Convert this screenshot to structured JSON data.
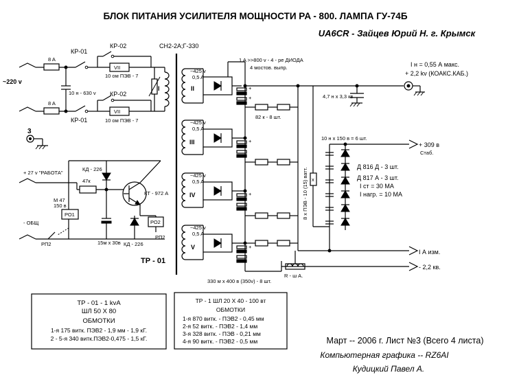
{
  "header": {
    "title": "БЛОК ПИТАНИЯ УСИЛИТЕЛЯ МОЩНОСТИ PA - 800. ЛАМПА ГУ-74Б",
    "author": "UA6CR - Зайцев Юрий Н. г. Крымск"
  },
  "mains": {
    "voltage": "~220 v",
    "fuse1": "8 A",
    "fuse2": "8 A",
    "relay_kr1_top": "КР-01",
    "relay_kr1_bottom": "КР-01",
    "relay_kr2_top": "КР-02",
    "relay_kr2_bottom": "КР-02",
    "cap": "10 н - 630 v",
    "res_top": "10 ом  ПЭВ - 7",
    "res_bottom": "10 ом  ПЭВ - 7",
    "res_symbol": "VII",
    "ground_num": "3",
    "transformer_type": "СН2-2А;Г-330",
    "primary_label": "I"
  },
  "control": {
    "supply": "+ 27 v \"РАБОТА\"",
    "common": "- ОБЩ",
    "relay_m47": "М 47",
    "relay_m47_value": "150 в",
    "po1": "РО1",
    "po2": "РО2",
    "rp2_left": "РП2",
    "rp2_right": "РП2",
    "diode_top": "КД - 226",
    "res": "47к",
    "transistor": "КТ - 972 А",
    "cap": "15м х 30в",
    "diode_bottom": "КД - 226"
  },
  "secondaries": [
    {
      "roman": "II",
      "v": "~425 v",
      "a": "0,5 A"
    },
    {
      "roman": "III",
      "v": "~425 v",
      "a": "0,5 A"
    },
    {
      "roman": "IV",
      "v": "~425 v",
      "a": "0,5 A"
    },
    {
      "roman": "V",
      "v": "~425 v",
      "a": "0,5 A"
    }
  ],
  "hv": {
    "diode_note1": "1 A >>800 v - 4 - ре ДИОДА",
    "diode_note2": "4 мостов. выпр.",
    "resistors": "82 к - 8 шт.",
    "caps": "330 м х 400 в (350v) - 8 шт.",
    "bleeder": "8 х ПЭВ - 10 (15) ватт.",
    "bleeder_x": "x",
    "out_cap": "4,7 н х 3,3 кв",
    "out_current": "I н = 0,55 А макс.",
    "out_voltage": "+ 2,2 kv (КОАКС.КАБ.)"
  },
  "stab": {
    "caps": "10 н х 150 в = 6 шт.",
    "out": "+ 309 в",
    "out_sub": "Стаб.",
    "d1": "Д 816 Д - 3 шт.",
    "d2": "Д 817 А - 3 шт.",
    "ist": "I ст = 30 МА",
    "inagr": "I нагр. = 10 МА",
    "meas": "I А  изм.",
    "neg": "- 2,2 кв.",
    "shunt": "R - ш А."
  },
  "tr01": {
    "label": "ТР - 01",
    "title": "ТР - 01 -    1 kvA",
    "core": "ШЛ  50 X 80",
    "windings_title": "ОБМОТКИ",
    "w1": "1-я 175 витк. ПЭВ2 - 1,9 мм - 1,9 кГ.",
    "w2": "2 - 5-я 340 витк.ПЭВ2-0,475 - 1,5 кГ."
  },
  "tr1": {
    "title": "ТР - 1  ШЛ  20 X 40 - 100 вт",
    "windings_title": "ОБМОТКИ",
    "w1": "1-я  870 витк. - ПЭВ2 - 0,45 мм",
    "w2": "2-я  52  витк. - ПЭВ2 - 1,4 мм",
    "w3": "3-я  328 витк. - ПЭВ - 0,21 мм",
    "w4": "4-я  90 витк. - ПЭВ2 - 0,5 мм"
  },
  "footer": {
    "date": "Март -- 2006 г. Лист №3 (Всего 4 листа)",
    "graphics": "Компьютерная графика -- RZ6AI",
    "author": "Кудицкий  Павел  А."
  }
}
